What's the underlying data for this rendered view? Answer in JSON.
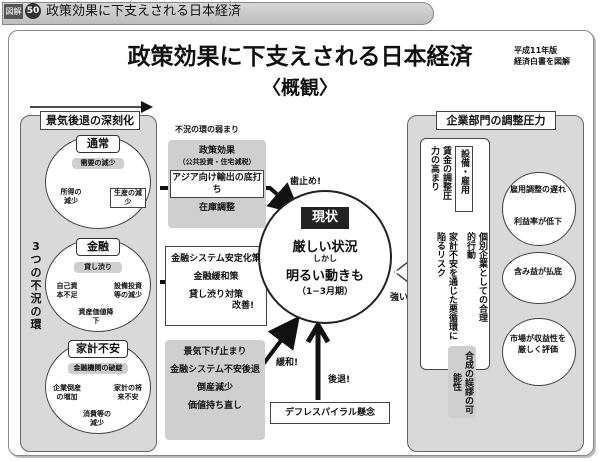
{
  "header": {
    "badge": "図解",
    "number": "50",
    "title": "政策効果に下支えされる日本経済"
  },
  "title": {
    "main": "政策効果に下支えされる日本経済",
    "sub": "〈概観〉"
  },
  "source": {
    "line1": "平成11年版",
    "line2": "経済白書を図解"
  },
  "left_panel": {
    "title": "景気後退の深刻化",
    "vertical_label": "3つの不況の環",
    "cycles": [
      {
        "title": "通常",
        "items": [
          "需要の減少",
          "生産の減少",
          "所得の減少"
        ]
      },
      {
        "title": "金融",
        "items": [
          "貸し渋り",
          "設備投資等の減少",
          "資産価値降下",
          "自己資本不足"
        ]
      },
      {
        "title": "家計不安",
        "items": [
          "金融機関の破綻",
          "家計の将来不安",
          "消費等の減少",
          "企業倒産の増加"
        ]
      }
    ]
  },
  "policy": {
    "weakening_label": "不況の環の弱まり",
    "group1": {
      "heading": "政策効果",
      "sub": "（公共投資・住宅減税）",
      "item1": "アジア向け輸出の底打ち",
      "item2": "在庫調整"
    },
    "group2": {
      "items": [
        "金融システム安定化策",
        "金融緩和策",
        "貸し渋り対策"
      ]
    },
    "group3": {
      "items": [
        "景気下げ止まり",
        "金融システム不安後退",
        "倒産減少",
        "価値持ち直し"
      ]
    }
  },
  "center": {
    "badge": "現状",
    "line1": "厳しい状況",
    "line2": "しかし",
    "line3": "明るい動きも",
    "line4": "（1−3月期）"
  },
  "arrows": {
    "halt": "歯止め!",
    "improve": "改善!",
    "ease": "緩和!",
    "retreat": "後退!",
    "strong": "強い"
  },
  "deflation": "デフレスパイラル懸念",
  "right_panel": {
    "title": "企業部門の調整圧力",
    "left_col": {
      "text1": "賃金の調整圧力の高まり",
      "text2": "設備・雇用",
      "text3": "個別企業としての合理的行動",
      "text4": "家計不安を通じた悪循環に陥るリスク",
      "text5": "合成の誤謬の可能性"
    },
    "right_col": {
      "item1": "雇用調整の遅れ",
      "item2": "利益率が低下",
      "item3": "含み益が払底",
      "item4": "市場が収益性を厳しく評価"
    }
  }
}
